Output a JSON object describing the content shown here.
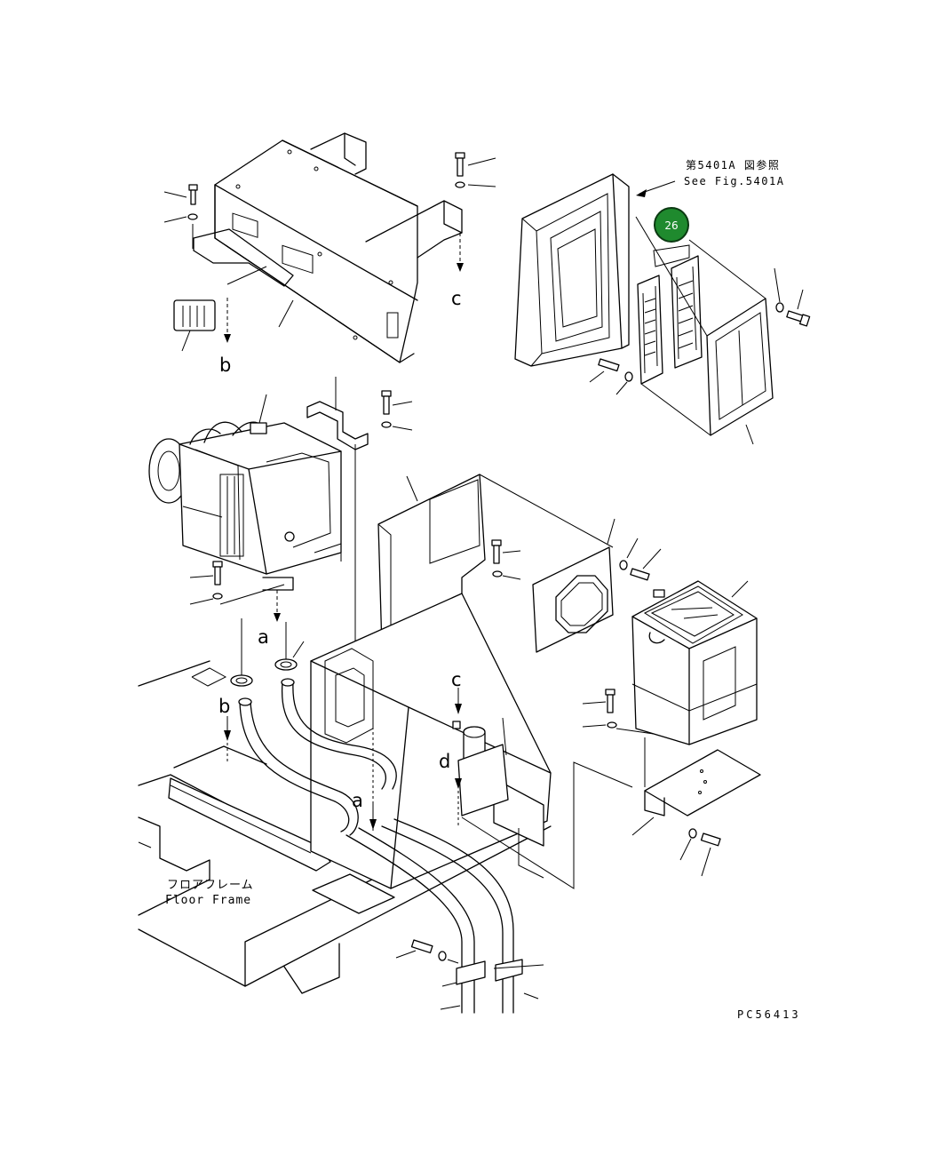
{
  "drawing": {
    "reference_note_jp": "第5401A 図参照",
    "reference_note_en": "See Fig.5401A",
    "part_badge": "26",
    "floor_frame_jp": "フロアフレーム",
    "floor_frame_en": "Floor Frame",
    "drawing_code": "PC56413",
    "flow_letters": [
      "a",
      "b",
      "c",
      "d"
    ],
    "badge_color": "#1f8a2e"
  }
}
